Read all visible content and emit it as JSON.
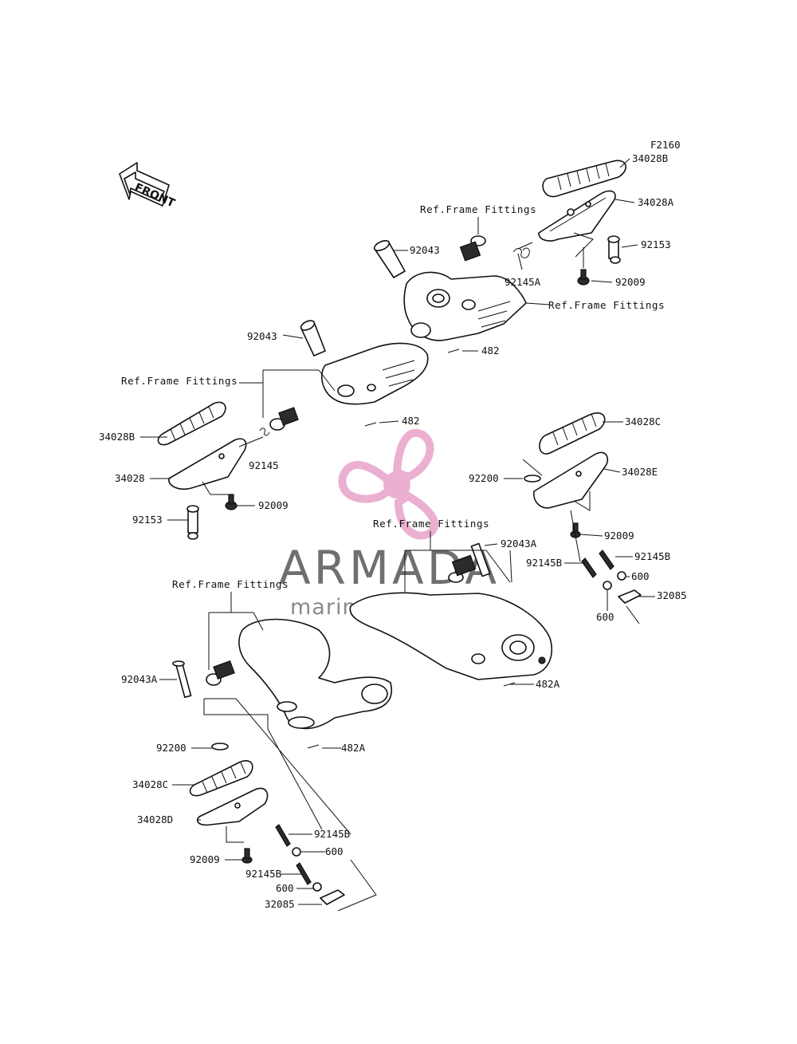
{
  "diagram": {
    "code": "F2160",
    "front_label": "FRONT",
    "ref_frame": "Ref.Frame Fittings",
    "parts": {
      "p34028B": "34028B",
      "p34028A": "34028A",
      "p34028": "34028",
      "p34028C": "34028C",
      "p34028E": "34028E",
      "p34028D": "34028D",
      "p92153": "92153",
      "p92009": "92009",
      "p92043": "92043",
      "p92043A": "92043A",
      "p92145": "92145",
      "p92145A": "92145A",
      "p92145B": "92145B",
      "p92200": "92200",
      "p482": "482",
      "p482A": "482A",
      "p600": "600",
      "p32085": "32085"
    }
  },
  "watermark": {
    "brand": "ARMADA",
    "tagline": "marine outboards",
    "accent": "#e8a3c9"
  }
}
